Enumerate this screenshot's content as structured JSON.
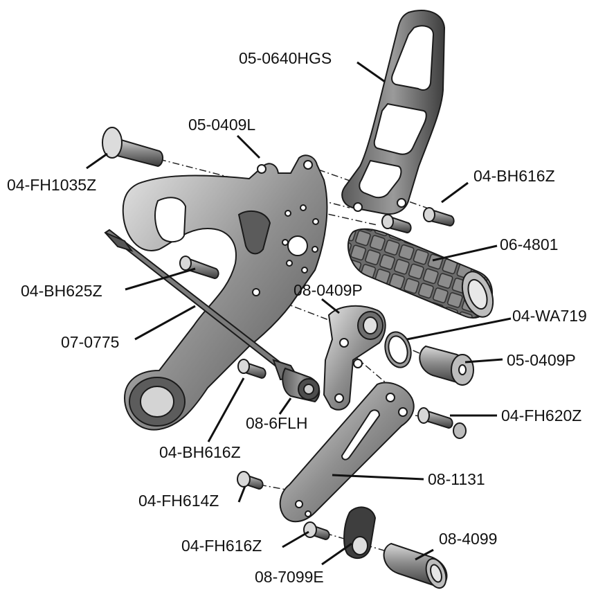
{
  "labels": {
    "hanger": "05-0640HGS",
    "main_plate": "05-0409L",
    "pivot_bolt": "04-FH1035Z",
    "hanger_bolt": "04-BH616Z",
    "footpeg": "06-4801",
    "plate_bolt": "04-BH625Z",
    "pivot_bracket": "08-0409P",
    "washer": "04-WA719",
    "rod": "07-0775",
    "bushing": "05-0409P",
    "rod_bolt": "04-BH616Z",
    "rod_end": "08-6FLH",
    "lever_bolt": "04-FH620Z",
    "lever": "08-1131",
    "tip_bolt_a": "04-FH614Z",
    "tip_bolt_b": "04-FH616Z",
    "cam": "08-7099E",
    "sleeve": "08-4099"
  },
  "colors": {
    "shade_dark": "#4a4a4a",
    "shade_mid": "#7d7d7d",
    "shade_light": "#b8b8b8",
    "highlight": "#e2e2e2",
    "ink": "#111111"
  }
}
